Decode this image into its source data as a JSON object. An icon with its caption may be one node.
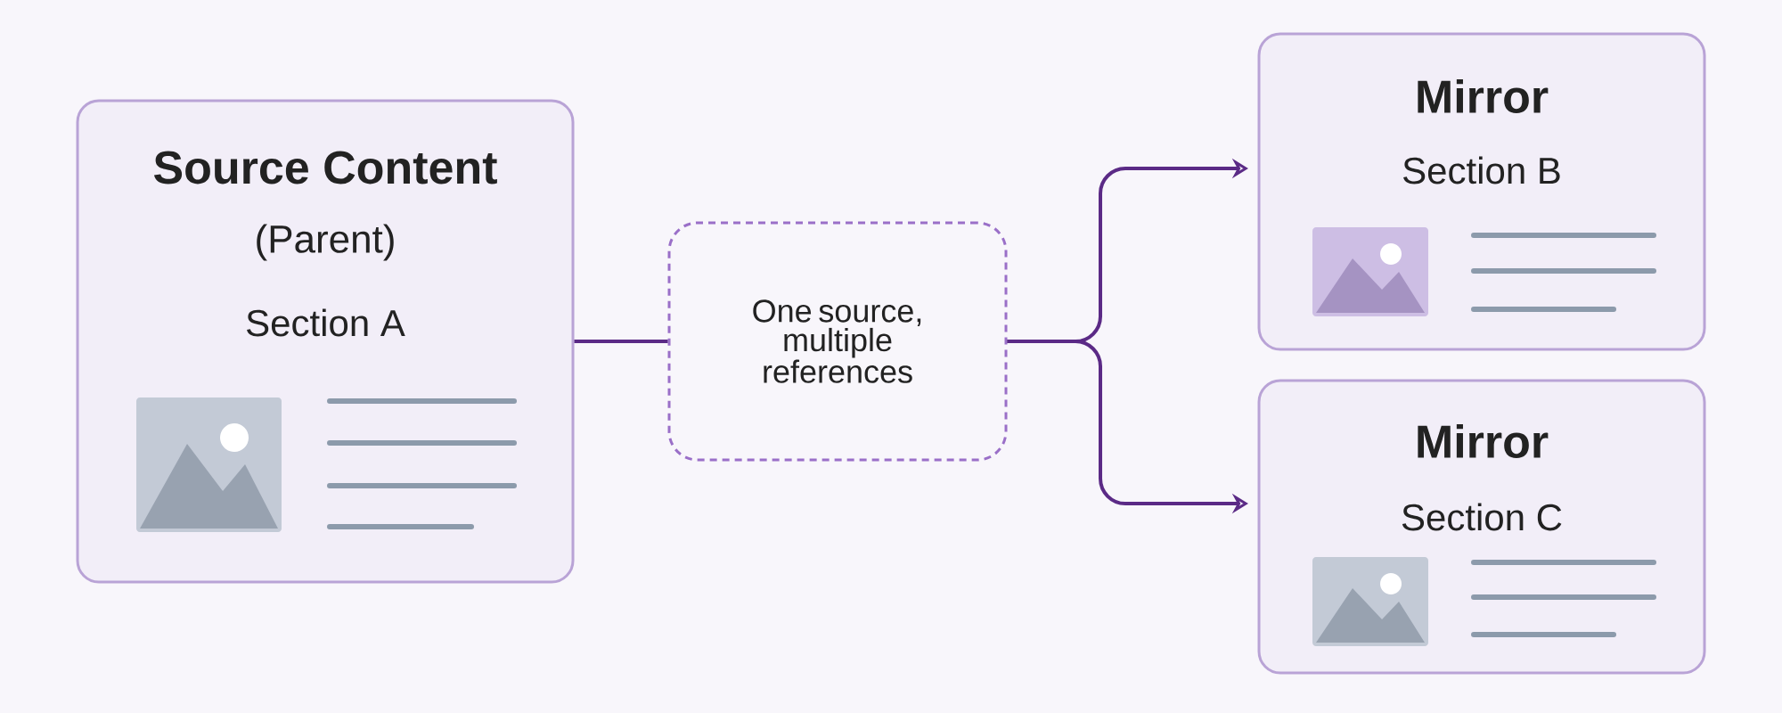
{
  "diagram": {
    "nodes": [
      {
        "text": [
          "Source Content",
          "(Parent)",
          "Section A"
        ]
      },
      {
        "text": [
          "One source, multiple references"
        ]
      },
      {
        "text": [
          "Mirror",
          "Section B"
        ]
      },
      {
        "text": [
          "Mirror",
          "Section C"
        ]
      }
    ],
    "edges": [
      {
        "from": 0,
        "to": 1,
        "arrow": "none"
      },
      {
        "from": 1,
        "to": 2,
        "arrow": "to"
      },
      {
        "from": 1,
        "to": 3,
        "arrow": "to"
      }
    ]
  }
}
